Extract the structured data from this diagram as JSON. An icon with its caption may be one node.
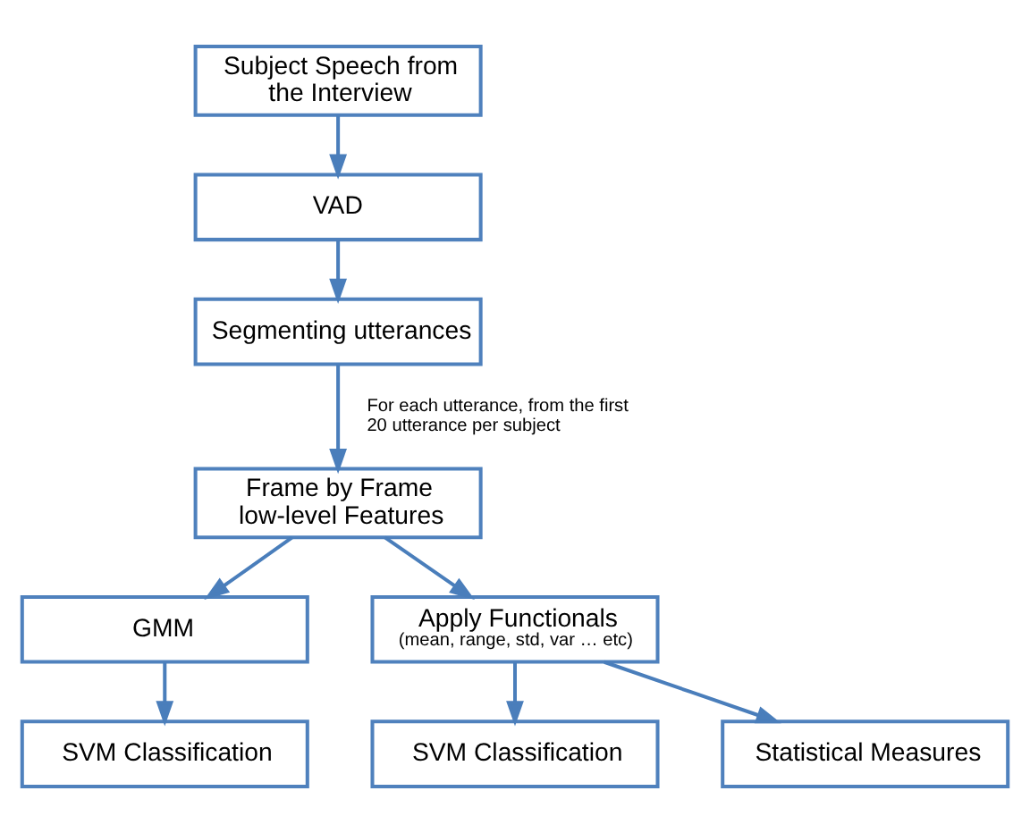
{
  "diagram": {
    "nodes": [
      {
        "text": [
          "Subject Speech from the Interview"
        ]
      },
      {
        "text": [
          "VAD"
        ]
      },
      {
        "text": [
          "Segmenting utterances"
        ]
      },
      {
        "text": [
          "Frame by Frame low-level Features"
        ]
      },
      {
        "text": [
          "GMM"
        ]
      },
      {
        "text": [
          "Apply Functionals",
          "(mean, range, std, var … etc)"
        ]
      },
      {
        "text": [
          "SVM Classification"
        ]
      },
      {
        "text": [
          "SVM Classification"
        ]
      },
      {
        "text": [
          "Statistical Measures"
        ]
      }
    ],
    "edges": [
      {
        "from": 0,
        "to": 1,
        "arrow": "to"
      },
      {
        "from": 1,
        "to": 2,
        "arrow": "to"
      },
      {
        "from": 2,
        "to": 3,
        "arrow": "to",
        "label": "For each utterance, from the first 20 utterance per subject"
      },
      {
        "from": 3,
        "to": 4,
        "arrow": "to"
      },
      {
        "from": 3,
        "to": 5,
        "arrow": "to"
      },
      {
        "from": 4,
        "to": 6,
        "arrow": "to"
      },
      {
        "from": 5,
        "to": 7,
        "arrow": "to"
      },
      {
        "from": 5,
        "to": 8,
        "arrow": "to"
      }
    ]
  }
}
